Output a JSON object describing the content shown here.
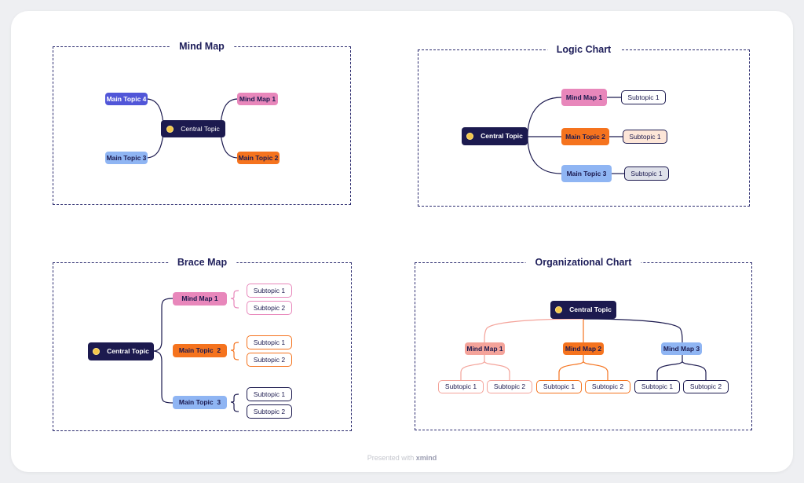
{
  "footer": {
    "presented_with": "Presented with",
    "brand": "xmind"
  },
  "mind_map": {
    "title": "Mind Map",
    "central": "Central Topic",
    "nodes": [
      "Main Topic 4",
      "Mind Map 1",
      "Main Topic 3",
      "Main Topic 2"
    ]
  },
  "logic_chart": {
    "title": "Logic Chart",
    "central": "Central Topic",
    "branches": [
      {
        "label": "Mind Map 1",
        "sub": "Subtopic 1"
      },
      {
        "label": "Main Topic 2",
        "sub": "Subtopic 1"
      },
      {
        "label": "Main Topic 3",
        "sub": "Subtopic 1"
      }
    ]
  },
  "brace_map": {
    "title": "Brace Map",
    "central": "Central Topic",
    "branches": [
      {
        "label": "Mind Map 1",
        "subs": [
          "Subtopic 1",
          "Subtopic 2"
        ]
      },
      {
        "label": "Main Topic  2",
        "subs": [
          "Subtopic 1",
          "Subtopic 2"
        ]
      },
      {
        "label": "Main Topic  3",
        "subs": [
          "Subtopic 1",
          "Subtopic 2"
        ]
      }
    ]
  },
  "org_chart": {
    "title": "Organizational Chart",
    "central": "Central Topic",
    "branches": [
      {
        "label": "Mind Map 1",
        "subs": [
          "Subtopic 1",
          "Subtopic 2"
        ]
      },
      {
        "label": "Mind Map 2",
        "subs": [
          "Subtopic 1",
          "Subtopic 2"
        ]
      },
      {
        "label": "Mind Map 3",
        "subs": [
          "Subtopic 1",
          "Subtopic 2"
        ]
      }
    ]
  },
  "colors": {
    "navy": "#1c1a4f",
    "indigo": "#5156d8",
    "pink": "#e887bb",
    "orange": "#f5731e",
    "light_blue": "#8fb5f3",
    "salmon": "#f4a39a",
    "peach_fill": "#fde6d8",
    "lavender_fill": "#dfe1ea"
  }
}
